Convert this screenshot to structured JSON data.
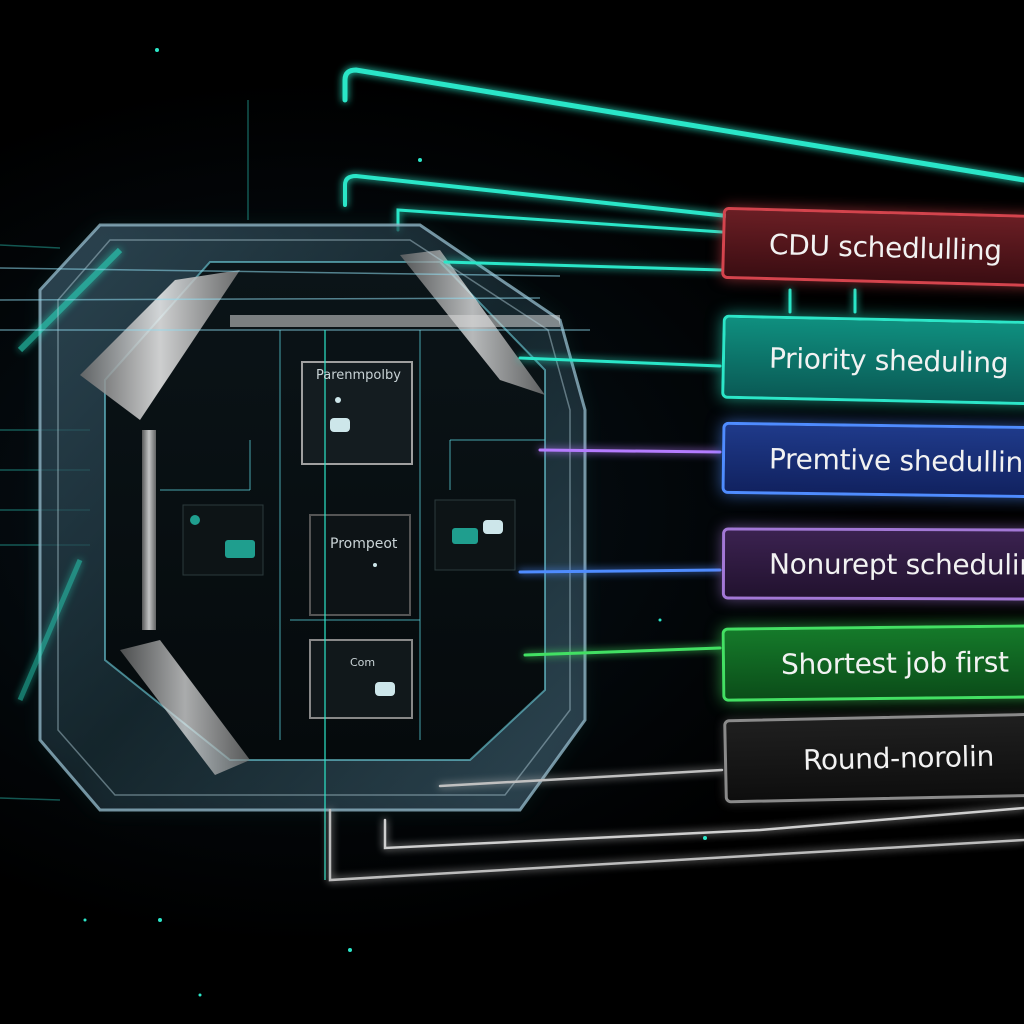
{
  "labels": {
    "cpu_scheduling": "CDU schedlulling",
    "priority": "Priority sheduling",
    "preemptive": "Premtive shedulling",
    "nonpreemptive": "Nonurept scheduling",
    "sjf": "Shortest job first",
    "round_robin": "Round-norolin"
  },
  "chip": {
    "panel_top": "Parenmpolby",
    "panel_mid": "Prompeot",
    "panel_bottom": "Com"
  },
  "colors": {
    "background": "#000000",
    "cyan_glow": "#2ce6c8",
    "red_accent": "#d4444d",
    "blue_accent": "#4f8cff",
    "purple_accent": "#a378d6",
    "green_accent": "#43e063"
  }
}
